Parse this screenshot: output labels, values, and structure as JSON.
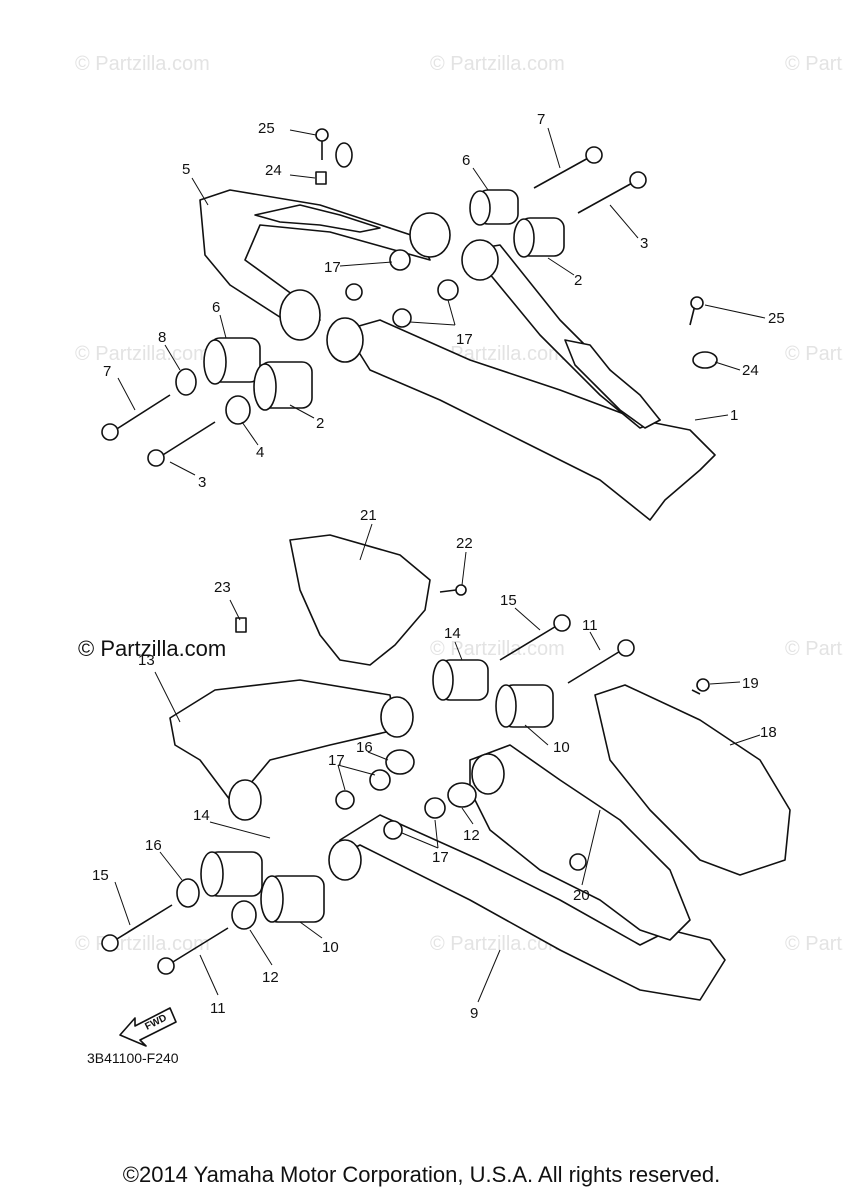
{
  "watermark": "© Partzilla.com",
  "diagram_code": "3B41100-F240",
  "copyright": "©2014 Yamaha Motor Corporation, U.S.A. All rights reserved.",
  "fwd_label": "FWD",
  "callouts": {
    "c1": "1",
    "c2a": "2",
    "c2b": "2",
    "c3a": "3",
    "c3b": "3",
    "c4": "4",
    "c5": "5",
    "c6a": "6",
    "c6b": "6",
    "c7a": "7",
    "c7b": "7",
    "c8": "8",
    "c9": "9",
    "c10a": "10",
    "c10b": "10",
    "c11a": "11",
    "c11b": "11",
    "c12a": "12",
    "c12b": "12",
    "c13": "13",
    "c14a": "14",
    "c14b": "14",
    "c15a": "15",
    "c15b": "15",
    "c16a": "16",
    "c16b": "16",
    "c17a": "17",
    "c17b": "17",
    "c17c": "17",
    "c17d": "17",
    "c18": "18",
    "c19": "19",
    "c20": "20",
    "c21": "21",
    "c22": "22",
    "c23": "23",
    "c24a": "24",
    "c24b": "24",
    "c25a": "25",
    "c25b": "25"
  }
}
